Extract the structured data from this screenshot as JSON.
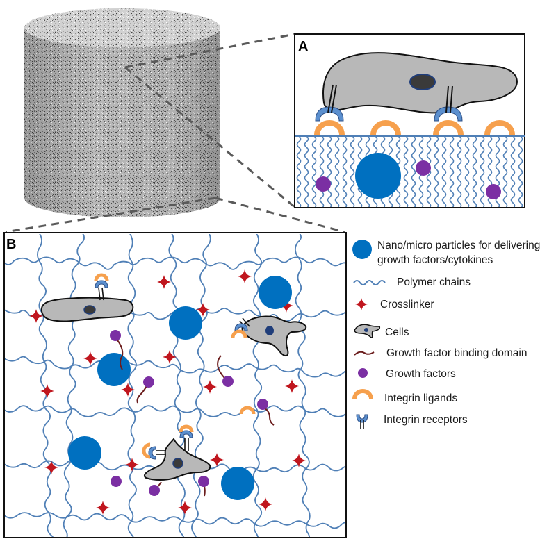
{
  "panels": {
    "a_label": "A",
    "b_label": "B"
  },
  "legend": {
    "particles_line1": "Nano/micro particles for delivering",
    "particles_line2": "growth factors/cytokines",
    "polymer": "Polymer chains",
    "crosslinker": "Crosslinker",
    "cells": "Cells",
    "binding_domain": "Growth factor binding domain",
    "growth_factors": "Growth factors",
    "ligands": "Integrin ligands",
    "receptors": "Integrin receptors"
  },
  "colors": {
    "particle": "#0070c0",
    "polymer": "#4f7fb6",
    "crosslinker": "#c0161e",
    "cell": "#b8b8b8",
    "nucleus": "#3a3a3a",
    "binding_domain": "#6b1d1d",
    "growth_factor": "#7b2fa3",
    "ligand": "#f6a04d",
    "receptor_cap": "#5b8fce"
  },
  "icons": {
    "particle": "circle",
    "polymer": "wavy-line",
    "crosslinker": "four-point-star",
    "cell": "amoeboid-cell",
    "binding_domain": "curved-tether",
    "growth_factor": "dot",
    "ligand": "arc",
    "receptor": "y-receptor"
  }
}
